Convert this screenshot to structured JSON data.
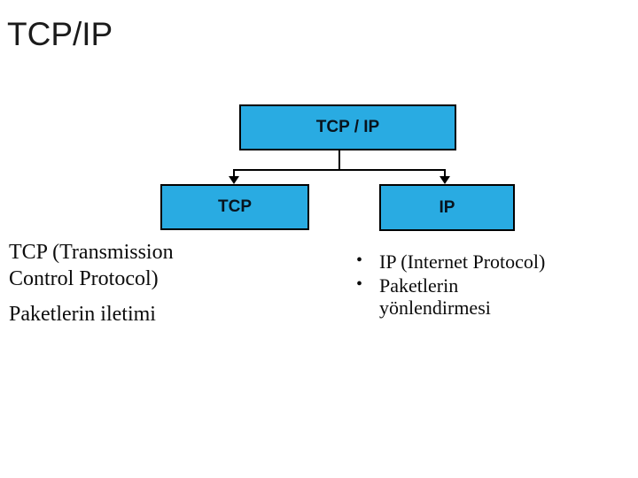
{
  "slide": {
    "title": "TCP/IP"
  },
  "diagram": {
    "type": "hierarchy",
    "root": {
      "label": "TCP / IP"
    },
    "children": [
      {
        "label": "TCP"
      },
      {
        "label": "IP"
      }
    ],
    "colors": {
      "box_fill": "#29abe2",
      "box_border": "#000000",
      "box_text": "#08131d",
      "connector": "#000000"
    }
  },
  "left_notes": {
    "para1": "TCP (Transmission Control Protocol)",
    "para2": "Paketlerin iletimi"
  },
  "bullet_list": {
    "marker": "•",
    "items": [
      {
        "line1": "IP (Internet Protocol)",
        "line2": ""
      },
      {
        "line1": "Paketlerin",
        "line2": "yönlendirmesi"
      }
    ]
  }
}
